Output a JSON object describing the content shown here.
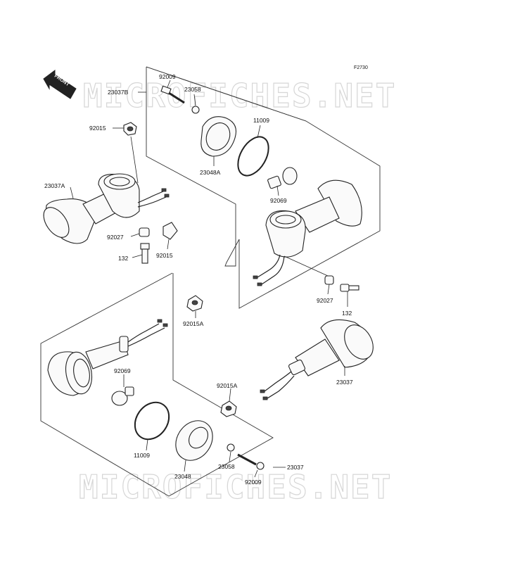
{
  "figure_id": "F2730",
  "front_arrow_label": "FRONT",
  "watermark_text": "MICROFICHES.NET",
  "labels": {
    "p92009_top": "92009",
    "p23037B": "23037B",
    "p23058_top": "23058",
    "p11009_top": "11009",
    "p23048A": "23048A",
    "p92015_top": "92015",
    "p23037A": "23037A",
    "p92027_left": "92027",
    "p132_left": "132",
    "p92015_mid": "92015",
    "p92069_right": "92069",
    "p92027_right": "92027",
    "p132_right": "132",
    "p92015A_top": "92015A",
    "p92069_left": "92069",
    "p92015A_bottom": "92015A",
    "p23037": "23037",
    "p11009_bottom": "11009",
    "p23048": "23048",
    "p23058_bottom": "23058",
    "p23037_bottom": "23037",
    "p92009_bottom": "92009"
  },
  "colors": {
    "line": "#222222",
    "watermark": "#d6d6d6",
    "background": "#ffffff"
  }
}
